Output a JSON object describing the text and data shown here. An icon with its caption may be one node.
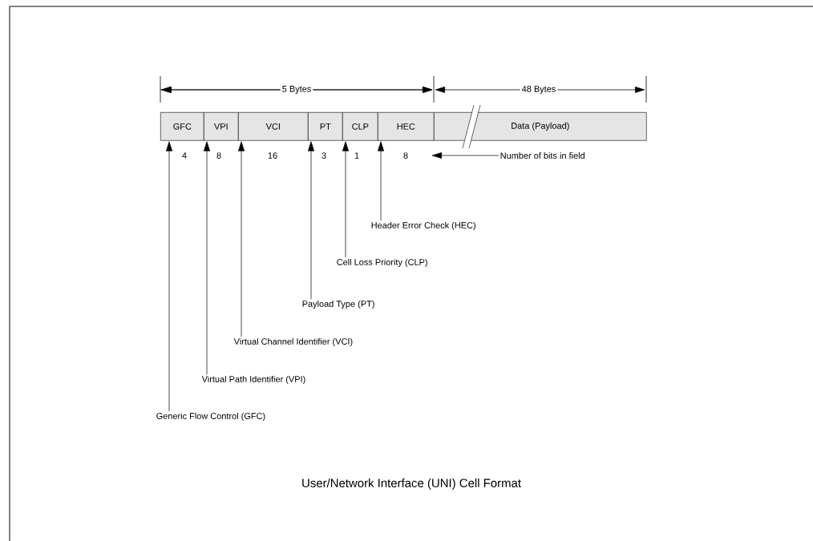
{
  "diagram": {
    "caption": "User/Network Interface (UNI) Cell Format",
    "nodes": [
      {
        "text": [
          "GFC"
        ]
      },
      {
        "text": [
          "VPI"
        ]
      },
      {
        "text": [
          "VCI"
        ]
      },
      {
        "text": [
          "PT"
        ]
      },
      {
        "text": [
          "CLP"
        ]
      },
      {
        "text": [
          "HEC"
        ]
      },
      {
        "text": [
          "Data (Payload)"
        ]
      },
      {
        "text": [
          "Header Error Check (HEC)"
        ]
      },
      {
        "text": [
          "Cell Loss Priority (CLP)"
        ]
      },
      {
        "text": [
          "Payload Type (PT)"
        ]
      },
      {
        "text": [
          "Virtual Channel Identifier (VCI)"
        ]
      },
      {
        "text": [
          "Virtual Path Identifier (VPI)"
        ]
      },
      {
        "text": [
          "Generic Flow Control (GFC)"
        ]
      },
      {
        "text": [
          "Number of bits in field"
        ]
      }
    ],
    "edges": [
      {
        "from": 7,
        "to": 5,
        "arrow": "to"
      },
      {
        "from": 8,
        "to": 4,
        "arrow": "to"
      },
      {
        "from": 9,
        "to": 3,
        "arrow": "to"
      },
      {
        "from": 10,
        "to": 2,
        "arrow": "to"
      },
      {
        "from": 11,
        "to": 1,
        "arrow": "to"
      },
      {
        "from": 12,
        "to": 0,
        "arrow": "to"
      },
      {
        "from": 13,
        "to": null,
        "arrow": "to"
      }
    ],
    "labels": [
      "5 Bytes",
      "48 Bytes",
      "4",
      "8",
      "16",
      "3",
      "1",
      "8"
    ]
  }
}
